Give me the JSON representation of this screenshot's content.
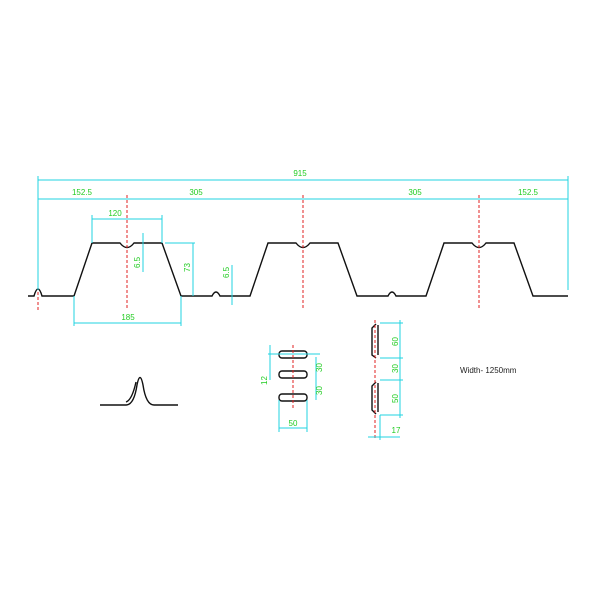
{
  "drawing": {
    "overall_width": "915",
    "edge_left": "152.5",
    "pitch_1": "305",
    "pitch_2": "305",
    "edge_right": "152.5",
    "rib_top_width": "120",
    "stiffener_depth": "6.5",
    "rib_height": "73",
    "rib_bottom_width": "185",
    "pan_stiffener_depth": "6.5",
    "emboss_height": "12",
    "emboss_spacing_1": "30",
    "emboss_spacing_2": "30",
    "emboss_length": "50",
    "side_emboss_top": "60",
    "side_emboss_gap": "30",
    "side_emboss_bottom": "50",
    "side_emboss_offset": "17",
    "note": "Width- 1250mm"
  },
  "colors": {
    "dimension": "#22cc22",
    "dimension_line": "#22d3e0",
    "centerline": "#e02020",
    "profile": "#111111"
  }
}
